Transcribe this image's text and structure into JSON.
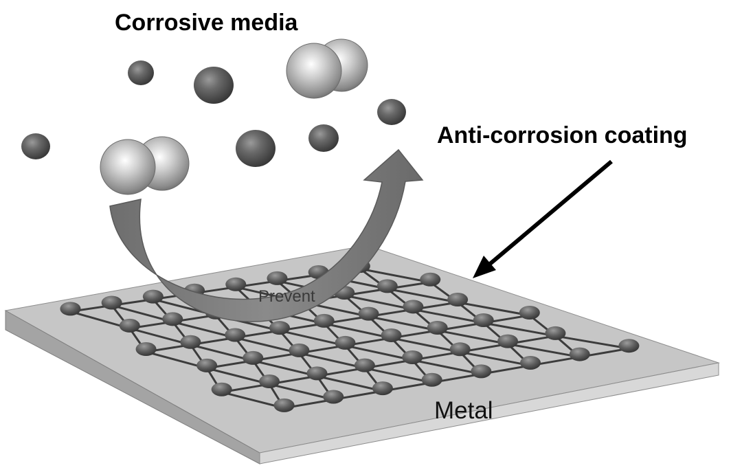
{
  "labels": {
    "corrosive_media": "Corrosive media",
    "coating": "Anti-corrosion coating",
    "prevent": "Prevent",
    "metal": "Metal"
  },
  "colors": {
    "metal_top": "#c4c4c4",
    "metal_front": "#d6d6d6",
    "metal_side": "#9a9a9a",
    "arrow": "#7a7a7a",
    "particle_dark": "#4a4a4a",
    "particle_light": "#d8d8d8",
    "network_line": "#3c3c3c"
  }
}
